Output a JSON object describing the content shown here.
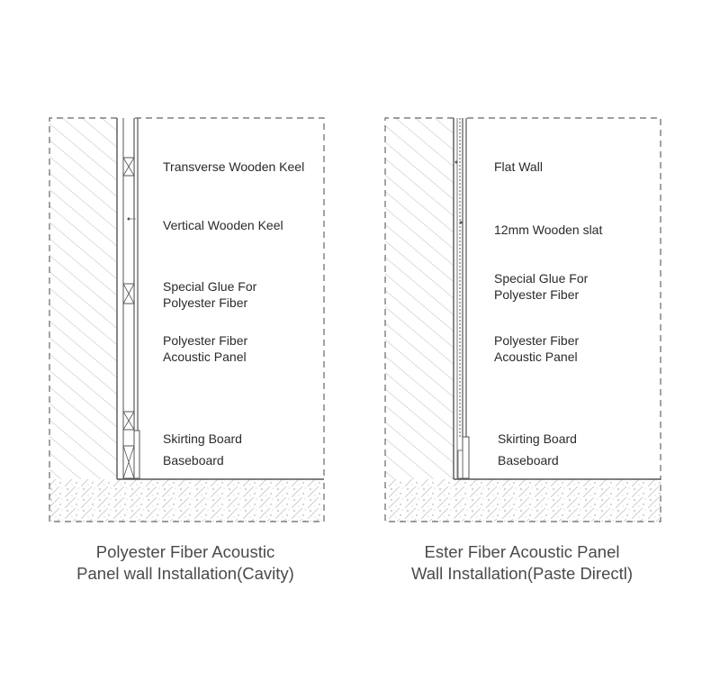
{
  "left_diagram": {
    "labels": {
      "transverse_keel": "Transverse Wooden Keel",
      "vertical_keel": "Vertical Wooden Keel",
      "glue_line1": "Special Glue For",
      "glue_line2": "Polyester Fiber",
      "panel_line1": "Polyester Fiber",
      "panel_line2": "Acoustic Panel",
      "skirting": "Skirting Board",
      "baseboard": "Baseboard"
    },
    "caption_line1": "Polyester Fiber Acoustic",
    "caption_line2": "Panel wall Installation(Cavity)"
  },
  "right_diagram": {
    "labels": {
      "flat_wall": "Flat Wall",
      "wooden_slat": "12mm Wooden slat",
      "glue_line1": "Special Glue For",
      "glue_line2": "Polyester Fiber",
      "panel_line1": "Polyester Fiber",
      "panel_line2": "Acoustic Panel",
      "skirting": "Skirting Board",
      "baseboard": "Baseboard"
    },
    "caption_line1": "Ester Fiber Acoustic Panel",
    "caption_line2": "Wall Installation(Paste Directl)"
  },
  "colors": {
    "line": "#555555",
    "hatch": "#b5b5b5",
    "text": "#2a2a2a",
    "caption": "#4a4a4a"
  }
}
